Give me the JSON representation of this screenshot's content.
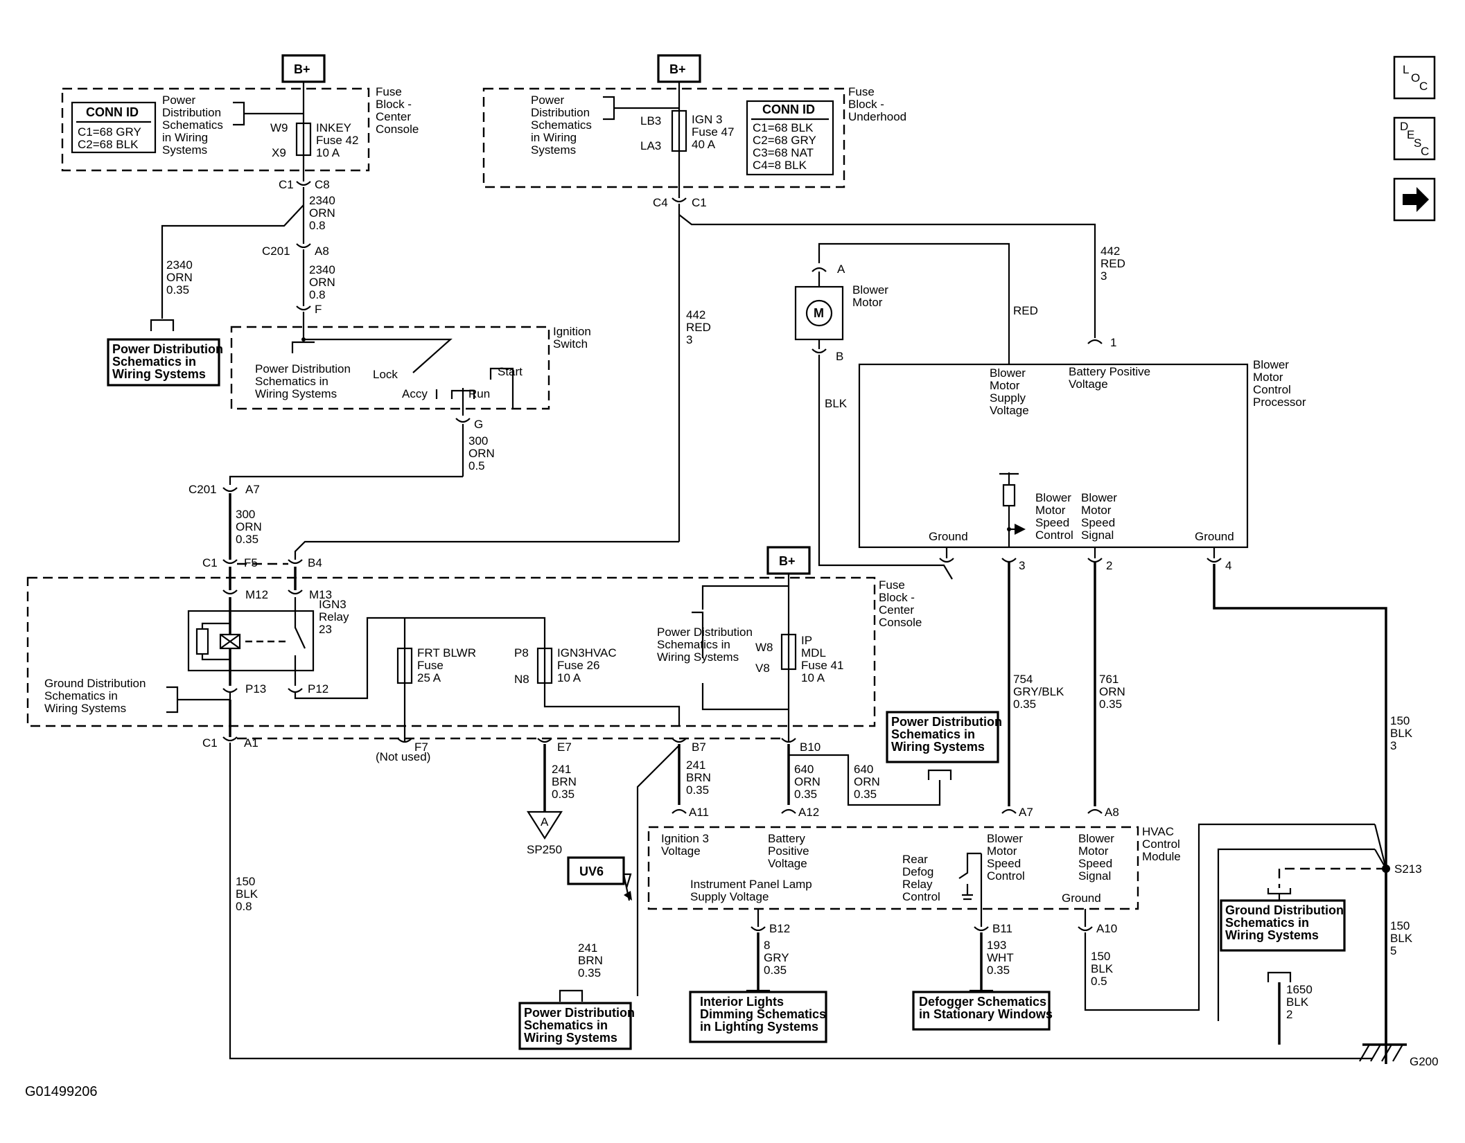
{
  "figure_id": "G01499206",
  "nav": {
    "loc": [
      "L",
      "O",
      "C"
    ],
    "desc": [
      "D",
      "E",
      "S",
      "C"
    ],
    "next": "➔"
  },
  "bplus": "B+",
  "fuse_block_center": [
    "Fuse",
    "Block -",
    "Center",
    "Console"
  ],
  "fuse_block_under": [
    "Fuse",
    "Block -",
    "Underhood"
  ],
  "pd_sch": [
    "Power",
    "Distribution",
    "Schematics",
    "in Wiring",
    "Systems"
  ],
  "pd_box": [
    "Power Distribution",
    "Schematics in",
    "Wiring Systems"
  ],
  "gd_box": [
    "Ground Distribution",
    "Schematics in",
    "Wiring Systems"
  ],
  "conn1": {
    "title": "CONN ID",
    "lines": [
      "C1=68 GRY",
      "C2=68 BLK"
    ]
  },
  "conn2": {
    "title": "CONN ID",
    "lines": [
      "C1=68 BLK",
      "C2=68 GRY",
      "C3=68 NAT",
      "C4=8 BLK"
    ]
  },
  "inkey": {
    "pin_in": "W9",
    "pin_out": "X9",
    "lines": [
      "INKEY",
      "Fuse 42",
      "10 A"
    ]
  },
  "ign3": {
    "pin_in": "LB3",
    "pin_out": "LA3",
    "lines": [
      "IGN 3",
      "Fuse 47",
      "40 A"
    ]
  },
  "connectors": {
    "c1": "C1",
    "c8": "C8",
    "c201": "C201",
    "a8": "A8",
    "f": "F",
    "g": "G",
    "a7": "A7",
    "c4": "C4",
    "c1b": "C1",
    "b4": "B4",
    "f5": "F5",
    "m12": "M12",
    "m13": "M13",
    "p13": "P13",
    "p12": "P12",
    "a1": "A1",
    "f7": "F7",
    "not_used": "(Not used)",
    "e7": "E7",
    "b7": "B7",
    "b10": "B10",
    "a11": "A11",
    "a12": "A12",
    "p8": "P8",
    "n8": "N8",
    "w8": "W8",
    "v8": "V8",
    "pin_a": "A",
    "pin_b": "B",
    "pin_1": "1",
    "pin_3": "3",
    "pin_2": "2",
    "pin_4": "4",
    "a7h": "A7",
    "a8h": "A8",
    "b12": "B12",
    "b11": "B11",
    "a10": "A10"
  },
  "wires": {
    "w2340_a": [
      "2340",
      "ORN",
      "0.8"
    ],
    "w2340_b": [
      "2340",
      "ORN",
      "0.8"
    ],
    "w2340_c": [
      "2340",
      "ORN",
      "0.35"
    ],
    "w300_a": [
      "300",
      "ORN",
      "0.5"
    ],
    "w300_b": [
      "300",
      "ORN",
      "0.35"
    ],
    "w442_a": [
      "442",
      "RED",
      "3"
    ],
    "w442_b": [
      "442",
      "RED",
      "3"
    ],
    "red": "RED",
    "blk": "BLK",
    "w150_08": [
      "150",
      "BLK",
      "0.8"
    ],
    "w241_a": [
      "241",
      "BRN",
      "0.35"
    ],
    "w241_b": [
      "241",
      "BRN",
      "0.35"
    ],
    "w241_c": [
      "241",
      "BRN",
      "0.35"
    ],
    "w640_a": [
      "640",
      "ORN",
      "0.35"
    ],
    "w640_b": [
      "640",
      "ORN",
      "0.35"
    ],
    "w754": [
      "754",
      "GRY/BLK",
      "0.35"
    ],
    "w761": [
      "761",
      "ORN",
      "0.35"
    ],
    "w150_3": [
      "150",
      "BLK",
      "3"
    ],
    "w150_5": [
      "150",
      "BLK",
      "5"
    ],
    "w1650": [
      "1650",
      "BLK",
      "2"
    ],
    "w8": [
      "8",
      "GRY",
      "0.35"
    ],
    "w193": [
      "193",
      "WHT",
      "0.35"
    ],
    "w150_05": [
      "150",
      "BLK",
      "0.5"
    ]
  },
  "ignition_switch": {
    "title": [
      "Ignition",
      "Switch"
    ],
    "lock": "Lock",
    "accy": "Accy",
    "run": "Run",
    "start": "Start"
  },
  "blower_motor": {
    "label": [
      "Blower",
      "Motor"
    ],
    "symbol": "M"
  },
  "bmcp": {
    "title": [
      "Blower",
      "Motor",
      "Control",
      "Processor"
    ],
    "supply": [
      "Blower",
      "Motor",
      "Supply",
      "Voltage"
    ],
    "batt": [
      "Battery Positive",
      "Voltage"
    ],
    "speed_ctrl": [
      "Blower",
      "Motor",
      "Speed",
      "Control"
    ],
    "speed_sig": [
      "Blower",
      "Motor",
      "Speed",
      "Signal"
    ],
    "ground1": "Ground",
    "ground2": "Ground"
  },
  "relay": {
    "lines": [
      "IGN3",
      "Relay",
      "23"
    ]
  },
  "frt_blwr": [
    "FRT BLWR",
    "Fuse",
    "25 A"
  ],
  "ign3hvac": [
    "IGN3HVAC",
    "Fuse 26",
    "10 A"
  ],
  "ipmdl": [
    "IP",
    "MDL",
    "Fuse 41",
    "10 A"
  ],
  "hvac": {
    "title": [
      "HVAC",
      "Control",
      "Module"
    ],
    "ign3v": [
      "Ignition 3",
      "Voltage"
    ],
    "battv": [
      "Battery",
      "Positive",
      "Voltage"
    ],
    "speed_ctrl": [
      "Blower",
      "Motor",
      "Speed",
      "Control"
    ],
    "speed_sig": [
      "Blower",
      "Motor",
      "Speed",
      "Signal"
    ],
    "rear_defog": [
      "Rear",
      "Defog",
      "Relay",
      "Control"
    ],
    "ipl": [
      "Instrument Panel Lamp",
      "Supply Voltage"
    ],
    "ground": "Ground"
  },
  "sp250": {
    "letter": "A",
    "name": "SP250"
  },
  "uv6": "UV6",
  "s213": "S213",
  "g200": "G200",
  "interior_box": [
    "Interior Lights",
    "Dimming Schematics",
    "in Lighting Systems"
  ],
  "defogger_box": [
    "Defogger Schematics",
    "in Stationary Windows"
  ]
}
